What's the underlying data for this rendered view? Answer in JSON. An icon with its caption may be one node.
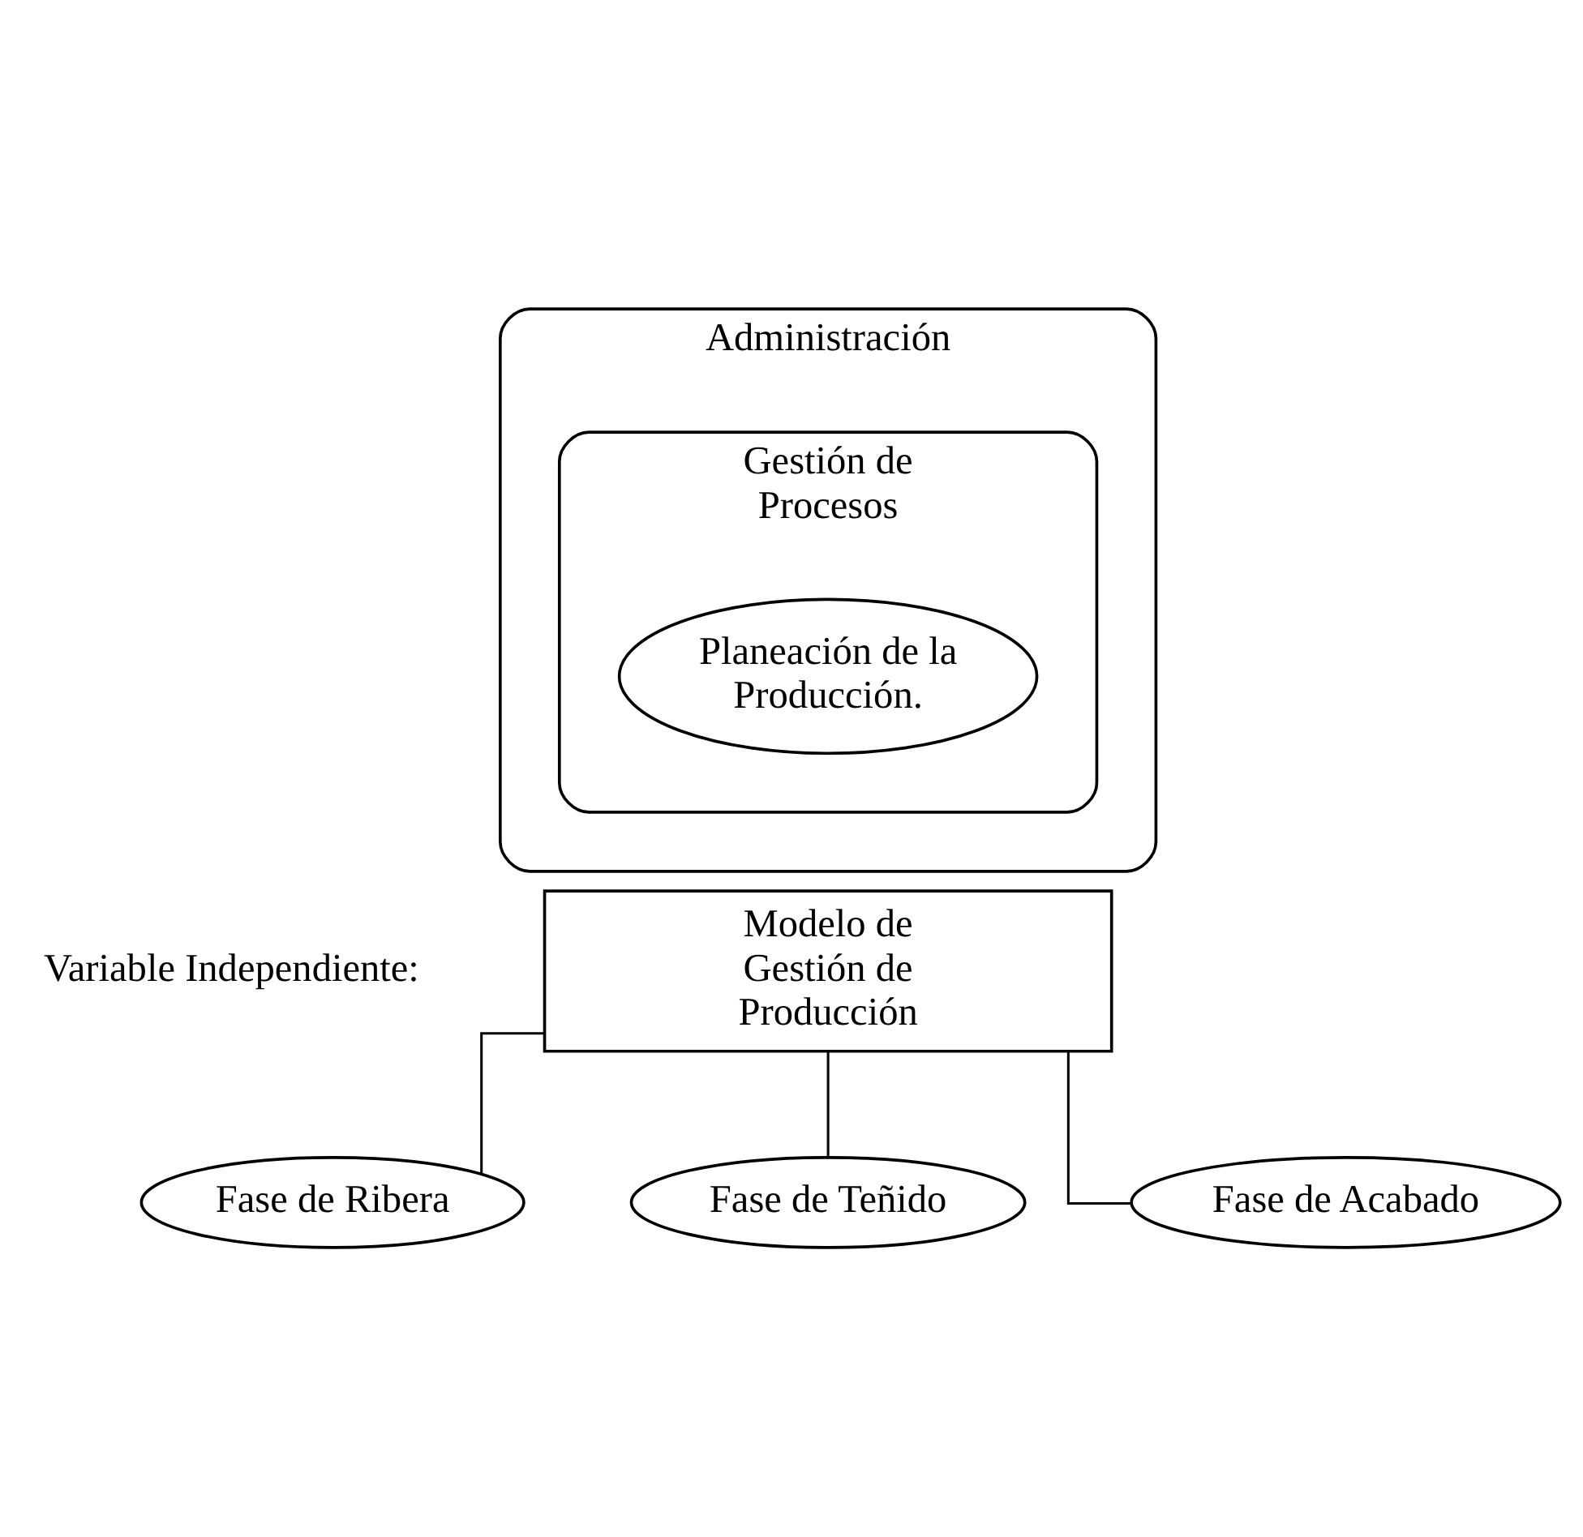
{
  "diagram": {
    "nodes": [
      {
        "text": [
          "Administración"
        ]
      },
      {
        "text": [
          "Gestión de Procesos"
        ],
        "in": 0
      },
      {
        "text": [
          "Planeación de la Producción."
        ],
        "in": 1
      },
      {
        "text": [
          "Modelo de Gestión de Producción"
        ],
        "beside": [
          "Variable Independiente:"
        ]
      },
      {
        "text": [
          "Fase de Ribera"
        ]
      },
      {
        "text": [
          "Fase de Teñido"
        ]
      },
      {
        "text": [
          "Fase de Acabado"
        ]
      }
    ],
    "edges": [
      {
        "from": 3,
        "to": 4,
        "arrow": "none"
      },
      {
        "from": 3,
        "to": 5,
        "arrow": "none"
      },
      {
        "from": 3,
        "to": 6,
        "arrow": "none"
      }
    ]
  }
}
